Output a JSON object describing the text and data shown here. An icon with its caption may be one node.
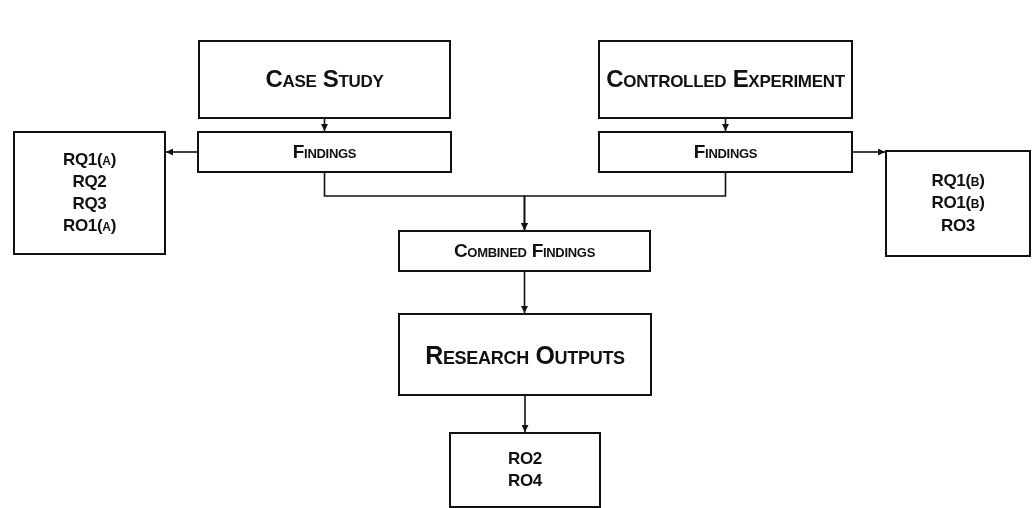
{
  "diagram": {
    "nodes": [
      {
        "text": [
          "Case Study"
        ]
      },
      {
        "text": [
          "Controlled Experiment"
        ]
      },
      {
        "text": [
          "Findings"
        ]
      },
      {
        "text": [
          "Findings"
        ]
      },
      {
        "text": [
          "RQ1(a)",
          "RQ2",
          "RQ3",
          "RO1(a)"
        ]
      },
      {
        "text": [
          "RQ1(b)",
          "RO1(b)",
          "RO3"
        ]
      },
      {
        "text": [
          "Combined Findings"
        ]
      },
      {
        "text": [
          "Research Outputs"
        ]
      },
      {
        "text": [
          "RO2",
          "RO4"
        ]
      }
    ],
    "edges": [
      {
        "from": 0,
        "to": 2,
        "arrow": "to"
      },
      {
        "from": 1,
        "to": 3,
        "arrow": "to"
      },
      {
        "from": 2,
        "to": 4,
        "arrow": "to"
      },
      {
        "from": 3,
        "to": 5,
        "arrow": "to"
      },
      {
        "from": 2,
        "to": 6,
        "arrow": "to"
      },
      {
        "from": 3,
        "to": 6,
        "arrow": "to"
      },
      {
        "from": 6,
        "to": 7,
        "arrow": "to"
      },
      {
        "from": 7,
        "to": 8,
        "arrow": "to"
      }
    ]
  }
}
